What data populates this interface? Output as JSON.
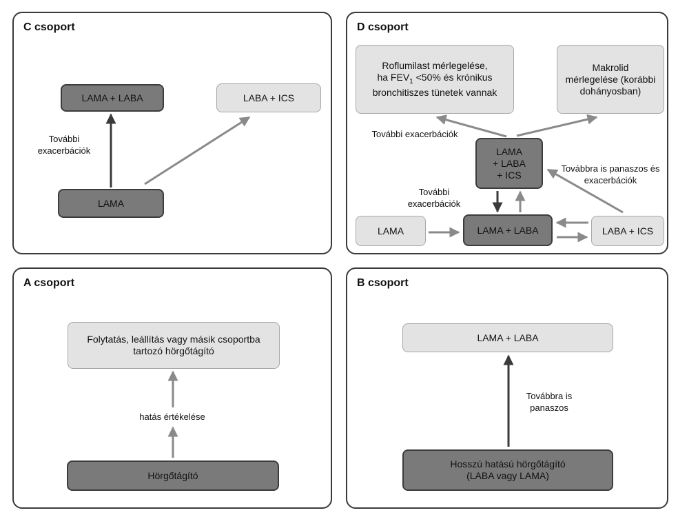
{
  "panels": {
    "c": {
      "title": "C csoport",
      "box_lama_laba": "LAMA + LABA",
      "box_laba_ics": "LABA + ICS",
      "box_lama": "LAMA",
      "label_exac": "További\nexacerbációk"
    },
    "d": {
      "title": "D csoport",
      "box_roflumilast_line1": "Roflumilast mérlegelése,",
      "box_roflumilast_line2_pre": "ha FEV",
      "box_roflumilast_line2_sub": "1",
      "box_roflumilast_line2_post": " <50% és krónikus",
      "box_roflumilast_line3": "bronchitiszes tünetek vannak",
      "box_makrolid": "Makrolid\nmérlegelése (korábbi\ndohányosban)",
      "box_triple": "LAMA\n+ LABA\n+ ICS",
      "box_lama": "LAMA",
      "box_lama_laba": "LAMA + LABA",
      "box_laba_ics": "LABA + ICS",
      "label_exac_top": "További exacerbációk",
      "label_exac_mid": "További\nexacerbációk",
      "label_panaszos": "Továbbra is panaszos és\nexacerbációk"
    },
    "a": {
      "title": "A csoport",
      "box_folytatas": "Folytatás, leállítás vagy másik csoportba\ntartozó hörgőtágító",
      "label_hatas": "hatás értékelése",
      "box_horgotagito": "Hörgőtágító"
    },
    "b": {
      "title": "B csoport",
      "box_lama_laba": "LAMA + LABA",
      "label_panaszos": "Továbbra is\npanaszos",
      "box_hosszu": "Hosszú hatású hörgőtágító\n(LABA vagy LAMA)"
    }
  },
  "colors": {
    "dark_box": "#7a7a7a",
    "light_box": "#e3e3e3",
    "dark_arrow": "#3a3a3a",
    "light_arrow": "#8a8a8a"
  }
}
